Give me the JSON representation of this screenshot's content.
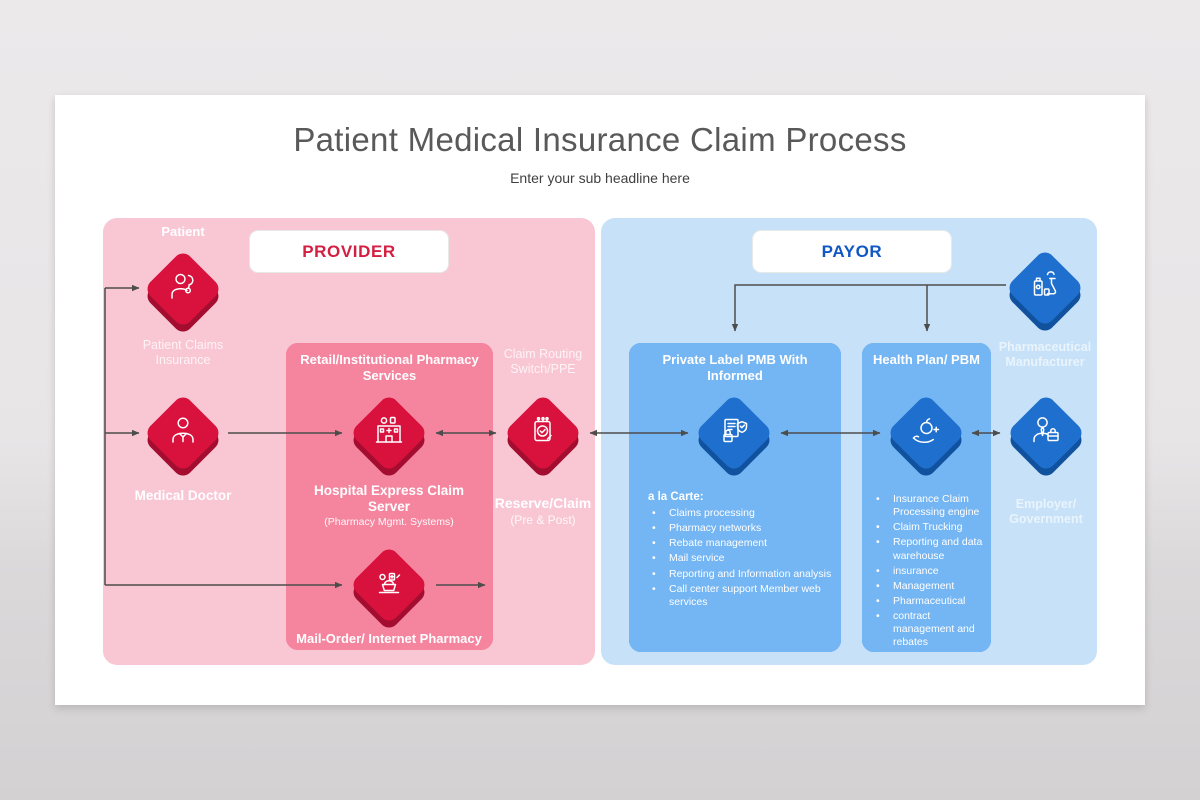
{
  "title": "Patient Medical Insurance Claim Process",
  "subtitle": "Enter your sub headline here",
  "provider": {
    "header": "PROVIDER",
    "patient": {
      "label": "Patient",
      "caption": "Patient Claims Insurance"
    },
    "medical_doctor": {
      "label": "Medical Doctor"
    },
    "pharmacy_card": {
      "title": "Retail/Institutional Pharmacy Services",
      "hospital_title": "Hospital Express Claim Server",
      "hospital_subtitle": "(Pharmacy Mgmt. Systems)",
      "mail_order_label": "Mail-Order/ Internet Pharmacy"
    },
    "claim_routing": {
      "label": "Claim Routing Switch/PPE",
      "reserve_title": "Reserve/Claim",
      "reserve_subtitle": "(Pre & Post)"
    }
  },
  "payor": {
    "header": "PAYOR",
    "pharma": {
      "label": "Pharmaceutical Manufacturer"
    },
    "employer": {
      "label": "Employer/ Government"
    },
    "private_label_card": {
      "title": "Private Label PMB With Informed",
      "list_title": "a la Carte:",
      "items": [
        "Claims processing",
        "Pharmacy networks",
        "Rebate management",
        "Mail service",
        "Reporting and Information analysis",
        "Call center support Member web services"
      ]
    },
    "health_plan_card": {
      "title": "Health Plan/ PBM",
      "items": [
        "Insurance Claim Processing engine",
        "Claim Trucking",
        "Reporting and data warehouse",
        "insurance",
        "Management",
        "Pharmaceutical",
        "contract management and rebates"
      ]
    }
  },
  "colors": {
    "provider_accent": "#d31f41",
    "payor_accent": "#1157c3",
    "pink_panel": "#f9c6d4",
    "pink_card": "#f5859f",
    "pink_card_back": "#ef5e84",
    "red_diamond": "#d8123c",
    "blue_panel": "#c6e1f8",
    "blue_card": "#74b5f3",
    "blue_card_back": "#3189e6",
    "blue_diamond": "#1e6fce",
    "arrow": "#4d4d4d",
    "title_text": "#595959"
  }
}
